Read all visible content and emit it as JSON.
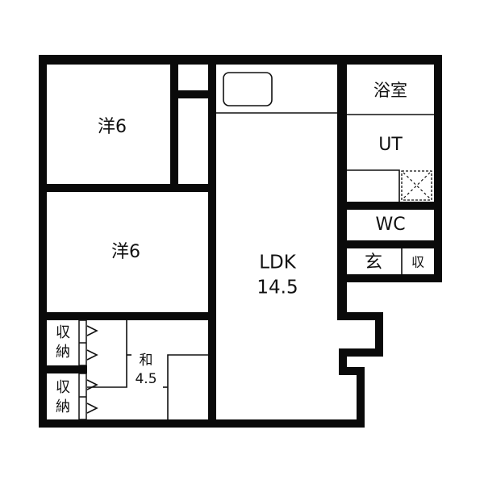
{
  "rooms": {
    "western1": {
      "name": "洋6"
    },
    "western2": {
      "name": "洋6"
    },
    "ldk": {
      "name": "LDK",
      "size": "14.5"
    },
    "bath": {
      "name": "浴室"
    },
    "utility": {
      "name": "UT"
    },
    "toilet": {
      "name": "WC"
    },
    "entrance": {
      "name": "玄"
    },
    "entrance_storage": {
      "name": "収"
    },
    "closet1": {
      "line1": "収",
      "line2": "納"
    },
    "closet2": {
      "line1": "収",
      "line2": "納"
    },
    "japanese": {
      "name": "和",
      "size": "4.5"
    }
  },
  "colors": {
    "wall": "#0a0a0a",
    "background": "#ffffff"
  }
}
